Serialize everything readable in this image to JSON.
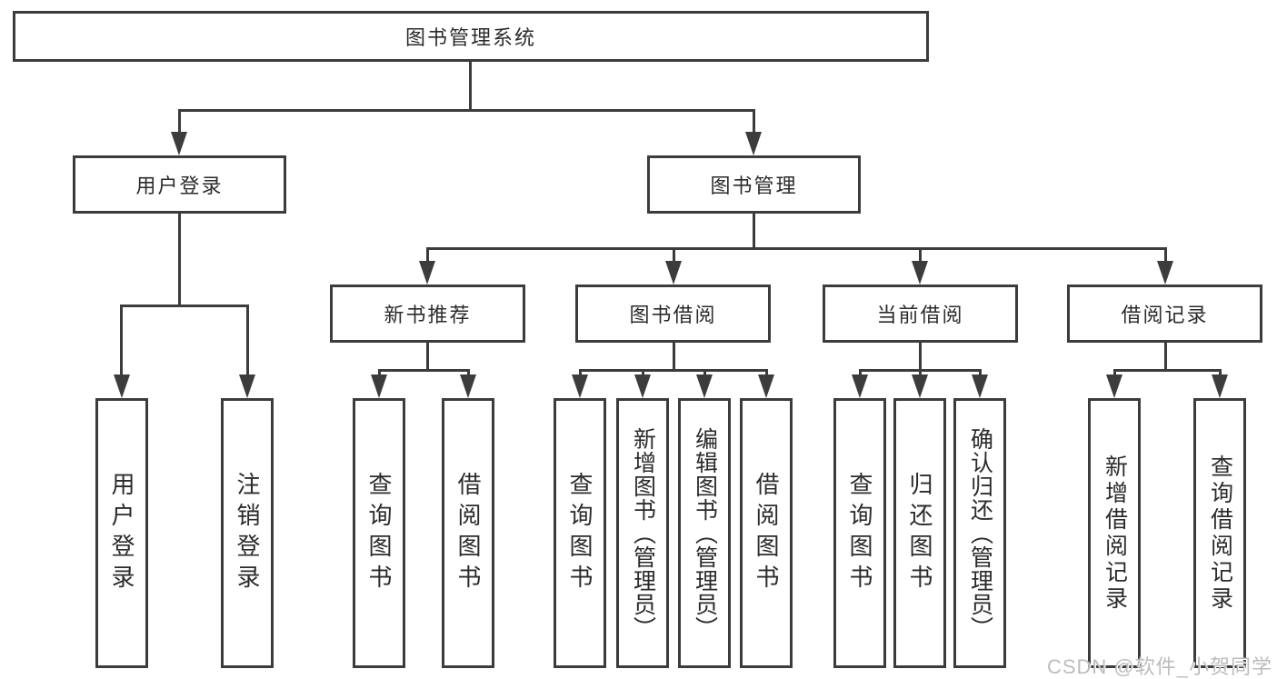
{
  "diagram": {
    "root": "图书管理系统",
    "level2": {
      "user_login": "用户登录",
      "book_management": "图书管理"
    },
    "level3": {
      "new_book_recommend": "新书推荐",
      "book_borrow": "图书借阅",
      "current_borrow": "当前借阅",
      "borrow_records": "借阅记录"
    },
    "leaves": {
      "user_login": [
        "用户登录",
        "注销登录"
      ],
      "new_book_recommend": [
        "查询图书",
        "借阅图书"
      ],
      "book_borrow": [
        "查询图书",
        "新增图书（管理员）",
        "编辑图书（管理员）",
        "借阅图书"
      ],
      "current_borrow": [
        "查询图书",
        "归还图书",
        "确认归还（管理员）"
      ],
      "borrow_records": [
        "新增借阅记录",
        "查询借阅记录"
      ]
    },
    "watermark": "CSDN @软件_小贺同学"
  },
  "colors": {
    "line": "#3c3c3c",
    "text": "#2b2b2b",
    "node_background": "#ffffff",
    "watermark": "#bcbcbc",
    "background": "#ffffff"
  }
}
